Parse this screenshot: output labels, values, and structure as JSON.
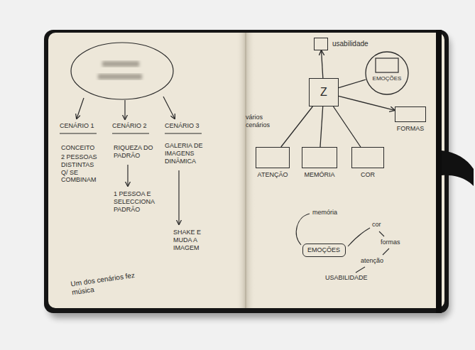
{
  "diagram": {
    "nodes": [
      {
        "text": [
          "usabilidade"
        ]
      },
      {
        "text": [
          "Z"
        ]
      },
      {
        "text": [
          "EMOÇÕES"
        ]
      },
      {
        "text": [
          "FORMAS"
        ]
      },
      {
        "text": [
          "ATENÇÃO"
        ]
      },
      {
        "text": [
          "MEMÓRIA"
        ]
      },
      {
        "text": [
          "COR"
        ]
      },
      {
        "text": [
          "EMOÇÕES"
        ]
      }
    ],
    "edges": [
      {
        "from": 1,
        "to": 0,
        "arrow": "to"
      },
      {
        "from": 1,
        "to": 2,
        "arrow": "none"
      },
      {
        "from": 1,
        "to": 3,
        "arrow": "to"
      },
      {
        "from": 1,
        "to": 4,
        "arrow": "none"
      },
      {
        "from": 1,
        "to": 5,
        "arrow": "none"
      },
      {
        "from": 1,
        "to": 6,
        "arrow": "none"
      }
    ],
    "labels": [
      "CENÁRIO 1",
      "CENÁRIO 2",
      "CENÁRIO 3",
      "CONCEITO",
      "2 PESSOAS DISTINTAS Q/ SE COMBINAM",
      "RIQUEZA DO PADRÃO",
      "GALERIA DE IMAGENS DINÂMICA",
      "1 PESSOA E SELECCIONA PADRÃO",
      "SHAKE E MUDA A IMAGEM",
      "Um dos cenários fez música",
      "vários cenários",
      "memória",
      "cor",
      "formas",
      "atenção",
      "USABILIDADE"
    ]
  }
}
